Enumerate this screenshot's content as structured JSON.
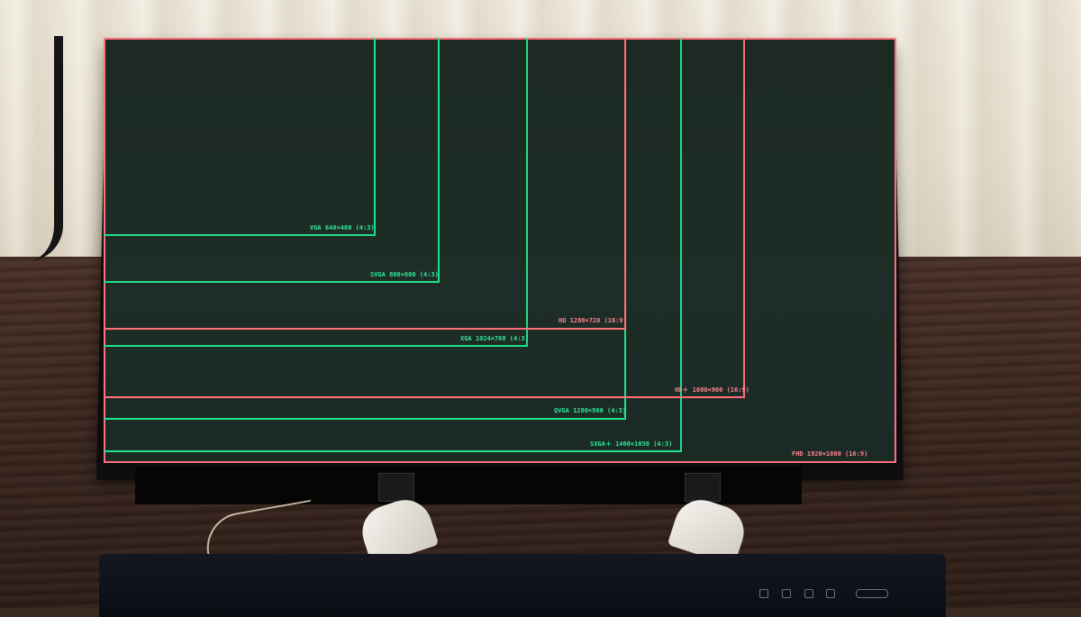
{
  "scene": {
    "description_hidden": false
  },
  "resolutions": [
    {
      "id": "vga",
      "label": "VGA 640×480 (4:3)",
      "color": "#22e08a"
    },
    {
      "id": "svga",
      "label": "SVGA 800×600 (4:3)",
      "color": "#22e08a"
    },
    {
      "id": "hd",
      "label": "HD 1280×720 (16:9)",
      "color": "#ff6f7c"
    },
    {
      "id": "xga",
      "label": "XGA 1024×768 (4:3)",
      "color": "#22e08a"
    },
    {
      "id": "hdplus",
      "label": "HD＋ 1600×900 (16:9)",
      "color": "#ff6f7c"
    },
    {
      "id": "qvga",
      "label": "QVGA 1280×960 (4:3)",
      "color": "#22e08a"
    },
    {
      "id": "sxga",
      "label": "SXGA＋ 1400×1050 (4:3)",
      "color": "#22e08a"
    },
    {
      "id": "fhd",
      "label": "FHD 1920×1080 (16:9)",
      "color": "#ff6f7c"
    }
  ]
}
